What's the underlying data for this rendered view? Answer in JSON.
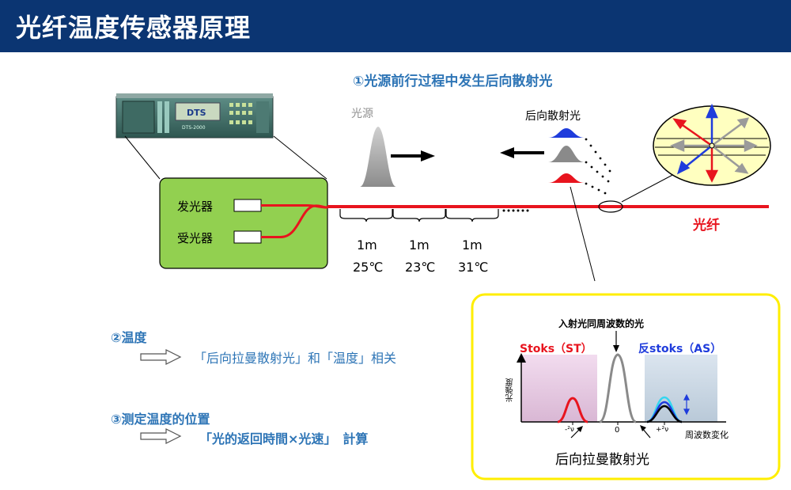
{
  "title": "光纤温度传感器原理",
  "step1": "①光源前行过程中发生后向散射光",
  "light_source_label": "光源",
  "backscatter_label": "后向散射光",
  "emitter_label": "发光器",
  "receiver_label": "受光器",
  "fiber_label": "光纤",
  "device": {
    "brand": "DTS",
    "tag": "DTS-2000"
  },
  "segments": [
    {
      "length": "1m",
      "temp": "25℃"
    },
    {
      "length": "1m",
      "temp": "23℃"
    },
    {
      "length": "1m",
      "temp": "31℃"
    }
  ],
  "step2": "②温度",
  "step2_relation": "「后向拉曼散射光」和「温度」相关",
  "step3": "③测定温度的位置",
  "step3_formula": "「光的返回時間×光速」　計算",
  "spectrum": {
    "title": "入射光同周波数的光",
    "stokes_label": "Stoks（ST）",
    "anti_stokes_label": "反stoks（AS）",
    "ylabel": "光強度",
    "xlabel": "周波数変化",
    "tick_left": "-²ν",
    "tick_center": "0",
    "tick_right": "+²ν",
    "caption": "后向拉曼散射光"
  },
  "colors": {
    "header": "#0b3572",
    "fiber_red": "#e8141e",
    "box_green": "#92d050",
    "text_blue": "#2e75b6",
    "panel_border": "#ffff00",
    "stokes_bg": "#e8c9e3",
    "anti_stokes_bg": "#c9d6e3"
  }
}
